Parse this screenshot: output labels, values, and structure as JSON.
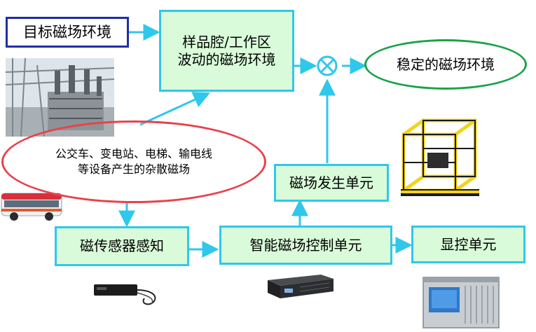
{
  "nodes": {
    "target": "目标磁场环境",
    "chamber": [
      "样品腔/工作区",
      "波动的磁场环境"
    ],
    "stable": "稳定的磁场环境",
    "noise": [
      "公交车、变电站、电梯、输电线",
      "等设备产生的杂散磁场"
    ],
    "generator": "磁场发生单元",
    "sensor": "磁传感器感知",
    "controller": "智能磁场控制单元",
    "display": "显控单元"
  },
  "colors": {
    "box_fill": "#d9fbd9",
    "box_border": "#2fc8ea",
    "target_border": "#1e2fa6",
    "noise_ellipse": "#e8424b",
    "stable_ellipse": "#19a34a",
    "arrow": "#2fc8ea"
  },
  "icons": [
    "substation-photo",
    "bus-photo",
    "coil-frame-photo",
    "sensor-photo",
    "controller-box-photo",
    "display-unit-photo",
    "summing-junction-icon"
  ]
}
